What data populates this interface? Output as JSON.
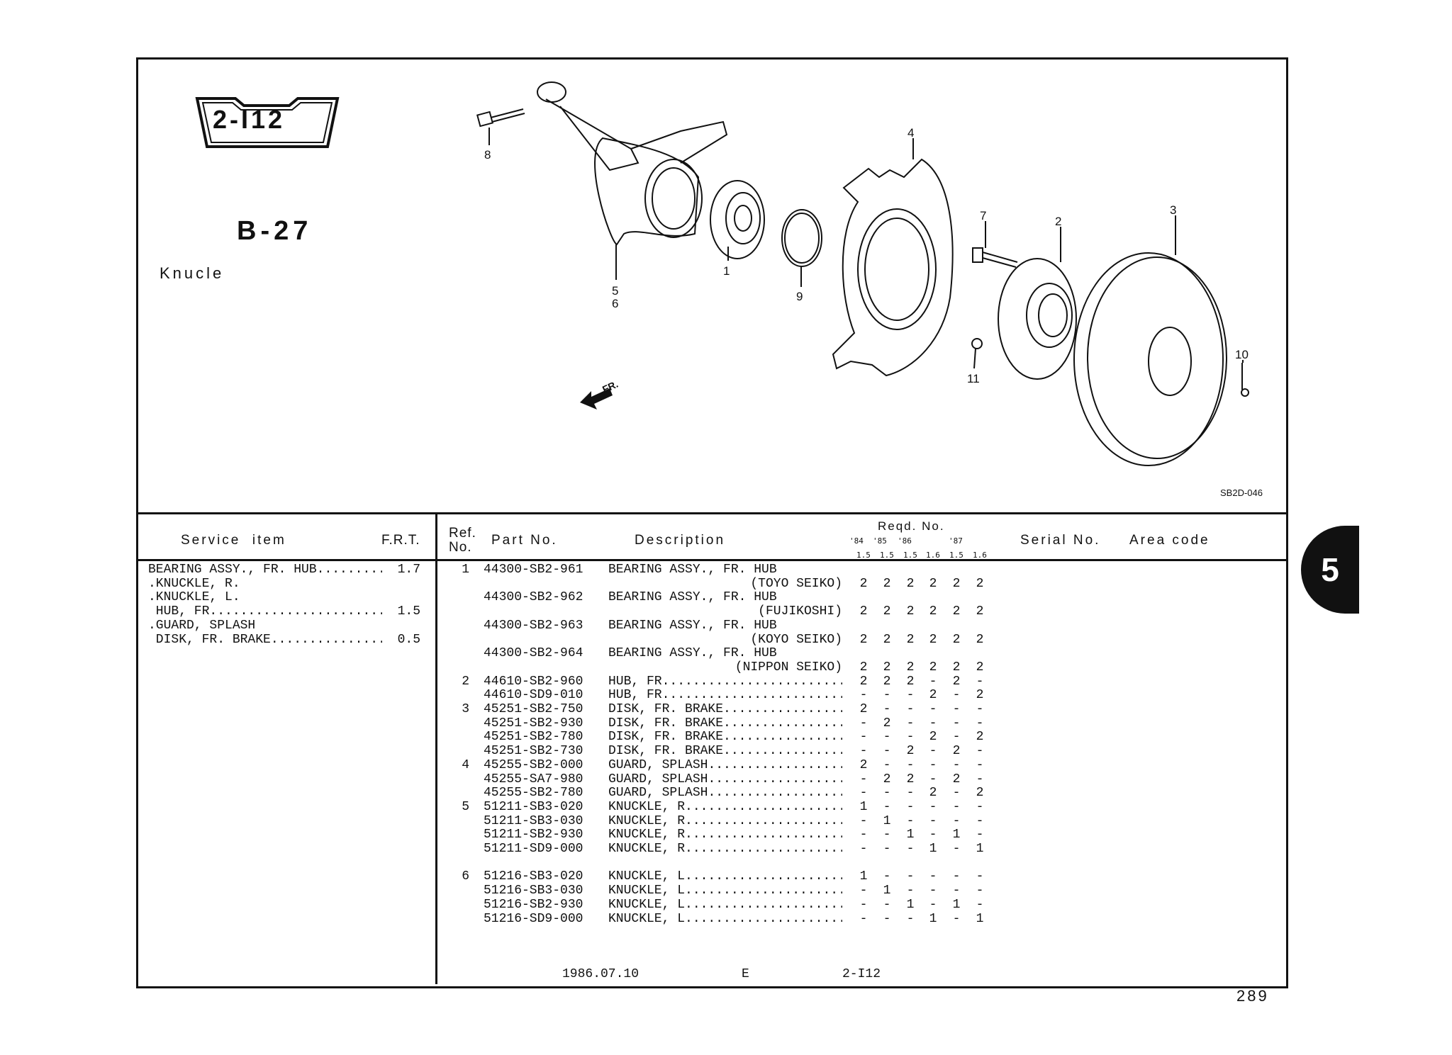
{
  "header": {
    "badge": "2-I12",
    "group_code": "B-27",
    "group_title": "Knucle",
    "figure_code": "SB2D-046",
    "front_label": "FR."
  },
  "callouts": [
    "8",
    "4",
    "7",
    "2",
    "3",
    "1",
    "5",
    "6",
    "9",
    "10",
    "11"
  ],
  "table_header": {
    "service_item": "Service  item",
    "frt": "F.R.T.",
    "ref_no_1": "Ref.",
    "ref_no_2": "No.",
    "part_no": "Part No.",
    "description": "Description",
    "reqd_no": "Reqd. No.",
    "years": [
      "'84",
      "'85",
      "'86",
      "'87"
    ],
    "engines": [
      "1.5",
      "1.5",
      "1.5",
      "1.6",
      "1.5",
      "1.6"
    ],
    "serial_no": "Serial No.",
    "area_code": "Area code"
  },
  "service_items": [
    {
      "label": "BEARING ASSY., FR. HUB",
      "dots": true,
      "frt": "1.7"
    },
    {
      "label": ".KNUCKLE, R.",
      "dots": false,
      "frt": ""
    },
    {
      "label": ".KNUCKLE, L.",
      "dots": false,
      "frt": ""
    },
    {
      "label": " HUB, FR",
      "dots": true,
      "frt": "1.5"
    },
    {
      "label": ".GUARD, SPLASH",
      "dots": false,
      "frt": ""
    },
    {
      "label": " DISK, FR. BRAKE",
      "dots": true,
      "frt": "0.5"
    }
  ],
  "parts": [
    {
      "ref": "1",
      "part": "44300-SB2-961",
      "desc": "BEARING ASSY., FR. HUB",
      "dots": false,
      "qty": []
    },
    {
      "ref": "",
      "part": "",
      "sub": "(TOYO SEIKO)",
      "qty": [
        "2",
        "2",
        "2",
        "2",
        "2",
        "2"
      ]
    },
    {
      "ref": "",
      "part": "44300-SB2-962",
      "desc": "BEARING ASSY., FR. HUB",
      "dots": false,
      "qty": []
    },
    {
      "ref": "",
      "part": "",
      "sub": "(FUJIKOSHI)",
      "qty": [
        "2",
        "2",
        "2",
        "2",
        "2",
        "2"
      ]
    },
    {
      "ref": "",
      "part": "44300-SB2-963",
      "desc": "BEARING ASSY., FR. HUB",
      "dots": false,
      "qty": []
    },
    {
      "ref": "",
      "part": "",
      "sub": "(KOYO SEIKO)",
      "qty": [
        "2",
        "2",
        "2",
        "2",
        "2",
        "2"
      ]
    },
    {
      "ref": "",
      "part": "44300-SB2-964",
      "desc": "BEARING ASSY., FR. HUB",
      "dots": false,
      "qty": []
    },
    {
      "ref": "",
      "part": "",
      "sub": "(NIPPON SEIKO)",
      "qty": [
        "2",
        "2",
        "2",
        "2",
        "2",
        "2"
      ]
    },
    {
      "ref": "2",
      "part": "44610-SB2-960",
      "desc": "HUB, FR",
      "dots": true,
      "qty": [
        "2",
        "2",
        "2",
        "-",
        "2",
        "-"
      ]
    },
    {
      "ref": "",
      "part": "44610-SD9-010",
      "desc": "HUB, FR",
      "dots": true,
      "qty": [
        "-",
        "-",
        "-",
        "2",
        "-",
        "2"
      ]
    },
    {
      "ref": "3",
      "part": "45251-SB2-750",
      "desc": "DISK, FR. BRAKE",
      "dots": true,
      "qty": [
        "2",
        "-",
        "-",
        "-",
        "-",
        "-"
      ]
    },
    {
      "ref": "",
      "part": "45251-SB2-930",
      "desc": "DISK, FR. BRAKE",
      "dots": true,
      "qty": [
        "-",
        "2",
        "-",
        "-",
        "-",
        "-"
      ]
    },
    {
      "ref": "",
      "part": "45251-SB2-780",
      "desc": "DISK, FR. BRAKE",
      "dots": true,
      "qty": [
        "-",
        "-",
        "-",
        "2",
        "-",
        "2"
      ]
    },
    {
      "ref": "",
      "part": "45251-SB2-730",
      "desc": "DISK, FR. BRAKE",
      "dots": true,
      "qty": [
        "-",
        "-",
        "2",
        "-",
        "2",
        "-"
      ]
    },
    {
      "ref": "4",
      "part": "45255-SB2-000",
      "desc": "GUARD, SPLASH",
      "dots": true,
      "qty": [
        "2",
        "-",
        "-",
        "-",
        "-",
        "-"
      ]
    },
    {
      "ref": "",
      "part": "45255-SA7-980",
      "desc": "GUARD, SPLASH",
      "dots": true,
      "qty": [
        "-",
        "2",
        "2",
        "-",
        "2",
        "-"
      ]
    },
    {
      "ref": "",
      "part": "45255-SB2-780",
      "desc": "GUARD, SPLASH",
      "dots": true,
      "qty": [
        "-",
        "-",
        "-",
        "2",
        "-",
        "2"
      ]
    },
    {
      "ref": "5",
      "part": "51211-SB3-020",
      "desc": "KNUCKLE, R",
      "dots": true,
      "qty": [
        "1",
        "-",
        "-",
        "-",
        "-",
        "-"
      ]
    },
    {
      "ref": "",
      "part": "51211-SB3-030",
      "desc": "KNUCKLE, R",
      "dots": true,
      "qty": [
        "-",
        "1",
        "-",
        "-",
        "-",
        "-"
      ]
    },
    {
      "ref": "",
      "part": "51211-SB2-930",
      "desc": "KNUCKLE, R",
      "dots": true,
      "qty": [
        "-",
        "-",
        "1",
        "-",
        "1",
        "-"
      ]
    },
    {
      "ref": "",
      "part": "51211-SD9-000",
      "desc": "KNUCKLE, R",
      "dots": true,
      "qty": [
        "-",
        "-",
        "-",
        "1",
        "-",
        "1"
      ]
    },
    {
      "ref": "",
      "part": "",
      "desc": "",
      "dots": false,
      "qty": []
    },
    {
      "ref": "6",
      "part": "51216-SB3-020",
      "desc": "KNUCKLE, L",
      "dots": true,
      "qty": [
        "1",
        "-",
        "-",
        "-",
        "-",
        "-"
      ]
    },
    {
      "ref": "",
      "part": "51216-SB3-030",
      "desc": "KNUCKLE, L",
      "dots": true,
      "qty": [
        "-",
        "1",
        "-",
        "-",
        "-",
        "-"
      ]
    },
    {
      "ref": "",
      "part": "51216-SB2-930",
      "desc": "KNUCKLE, L",
      "dots": true,
      "qty": [
        "-",
        "-",
        "1",
        "-",
        "1",
        "-"
      ]
    },
    {
      "ref": "",
      "part": "51216-SD9-000",
      "desc": "KNUCKLE, L",
      "dots": true,
      "qty": [
        "-",
        "-",
        "-",
        "1",
        "-",
        "1"
      ]
    }
  ],
  "footer": {
    "date": "1986.07.10",
    "edition": "E",
    "page_code": "2-I12"
  },
  "page_number": "289",
  "section_tab": "5"
}
